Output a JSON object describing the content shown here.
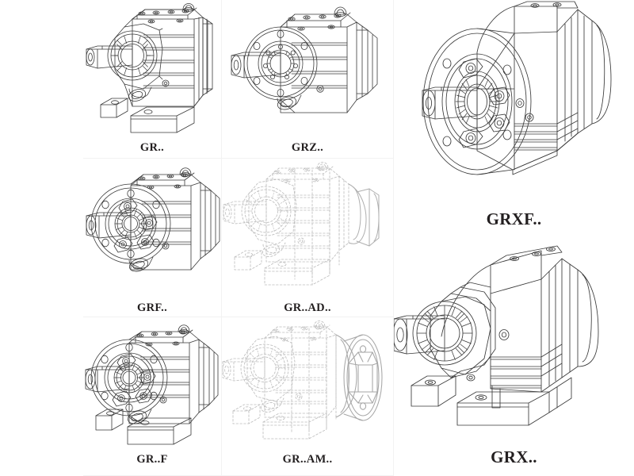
{
  "document": {
    "title": "Helical Gear Reducer Mounting Variants",
    "kind": "technical-line-drawing-sheet",
    "background_color": "#ffffff",
    "line_color": "#3a3a3a",
    "ghost_line_color": "#8c8c8c",
    "caption_color": "#231f20",
    "divider_color": "#f2f2f2"
  },
  "figures": [
    {
      "id": "gr",
      "caption": "GR..",
      "caption_size": "small",
      "style": "solid",
      "description": "foot mounted helical gear unit with solid output shaft",
      "mounting": "foot",
      "has_feet": true,
      "has_flange": false,
      "has_motor_adapter": false,
      "output": "solid-shaft"
    },
    {
      "id": "grz",
      "caption": "GRZ..",
      "caption_size": "small",
      "style": "solid",
      "description": "small flange mounted helical gear unit with solid output shaft",
      "mounting": "small-flange",
      "has_feet": false,
      "has_flange": true,
      "has_motor_adapter": false,
      "output": "solid-shaft"
    },
    {
      "id": "grxf",
      "caption": "GRXF..",
      "caption_size": "large",
      "style": "solid",
      "description": "large flange mounted two stage helical gear unit with solid output shaft",
      "mounting": "large-flange",
      "has_feet": false,
      "has_flange": true,
      "has_motor_adapter": false,
      "output": "solid-shaft"
    },
    {
      "id": "grf",
      "caption": "GRF..",
      "caption_size": "small",
      "style": "solid",
      "description": "large flange mounted helical gear unit without feet",
      "mounting": "large-flange",
      "has_feet": false,
      "has_flange": true,
      "has_motor_adapter": false,
      "output": "solid-shaft"
    },
    {
      "id": "gr-ad",
      "caption": "GR..AD..",
      "caption_size": "small",
      "style": "ghost",
      "description": "foot mounted helical gear unit with input shaft assembly adapter",
      "mounting": "foot",
      "has_feet": true,
      "has_flange": false,
      "has_motor_adapter": true,
      "output": "solid-shaft"
    },
    {
      "id": "gr-f",
      "caption": "GR..F",
      "caption_size": "small",
      "style": "solid",
      "description": "foot and flange mounted helical gear unit",
      "mounting": "foot-and-flange",
      "has_feet": true,
      "has_flange": true,
      "has_motor_adapter": false,
      "output": "solid-shaft"
    },
    {
      "id": "gr-am",
      "caption": "GR..AM..",
      "caption_size": "small",
      "style": "ghost",
      "description": "foot mounted helical gear unit with IEC motor adapter flange",
      "mounting": "foot",
      "has_feet": true,
      "has_flange": false,
      "has_motor_adapter": true,
      "output": "solid-shaft"
    },
    {
      "id": "grx",
      "caption": "GRX..",
      "caption_size": "large",
      "style": "solid",
      "description": "foot mounted two stage helical gear unit with tall tapered housing",
      "mounting": "foot",
      "has_feet": true,
      "has_flange": false,
      "has_motor_adapter": false,
      "output": "solid-shaft"
    }
  ]
}
